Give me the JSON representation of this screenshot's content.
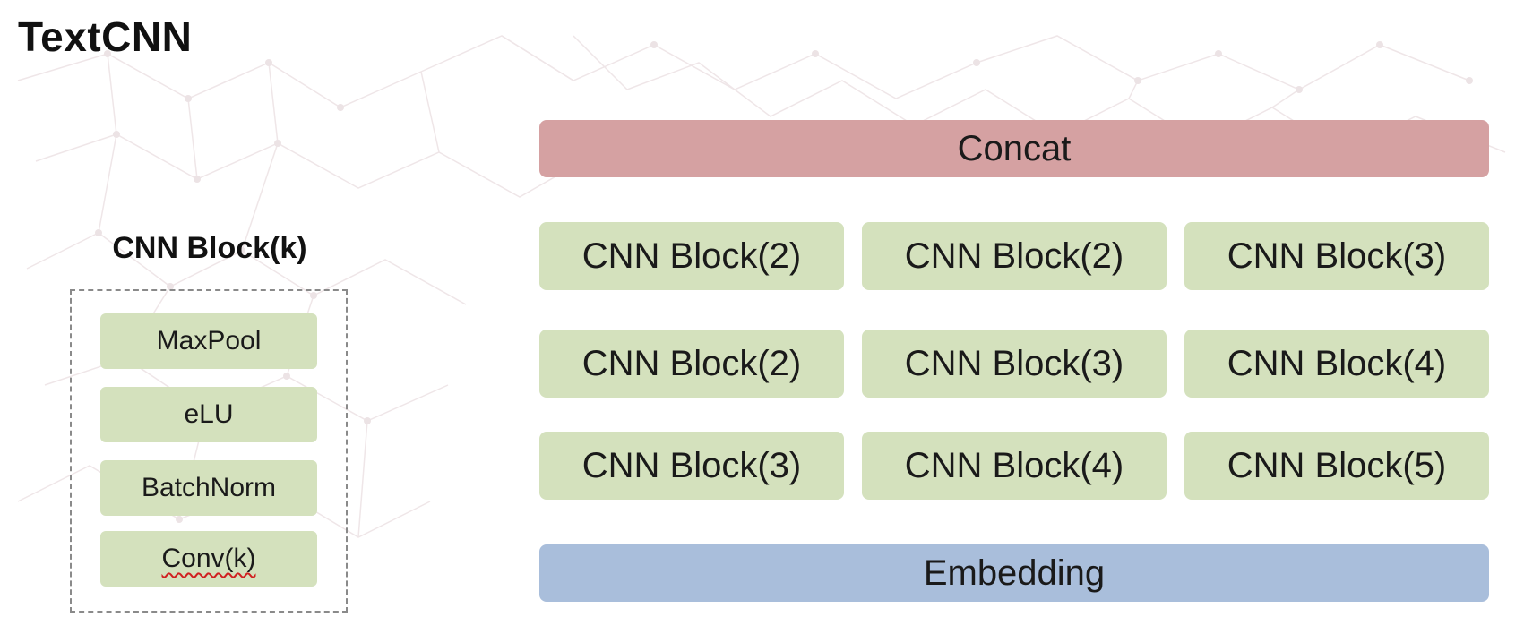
{
  "title": "TextCNN",
  "legend": {
    "title": "CNN Block(k)",
    "layers": [
      "MaxPool",
      "eLU",
      "BatchNorm",
      "Conv(k)"
    ]
  },
  "architecture": {
    "top_label": "Concat",
    "bottom_label": "Embedding",
    "cnn_rows": [
      [
        "CNN Block(2)",
        "CNN Block(2)",
        "CNN Block(3)"
      ],
      [
        "CNN Block(2)",
        "CNN Block(3)",
        "CNN Block(4)"
      ],
      [
        "CNN Block(3)",
        "CNN Block(4)",
        "CNN Block(5)"
      ]
    ]
  },
  "colors": {
    "concat": "#d5a1a2",
    "embedding": "#a9bedb",
    "cnn_block": "#d4e1bd",
    "legend_border": "#8a8a8a"
  }
}
